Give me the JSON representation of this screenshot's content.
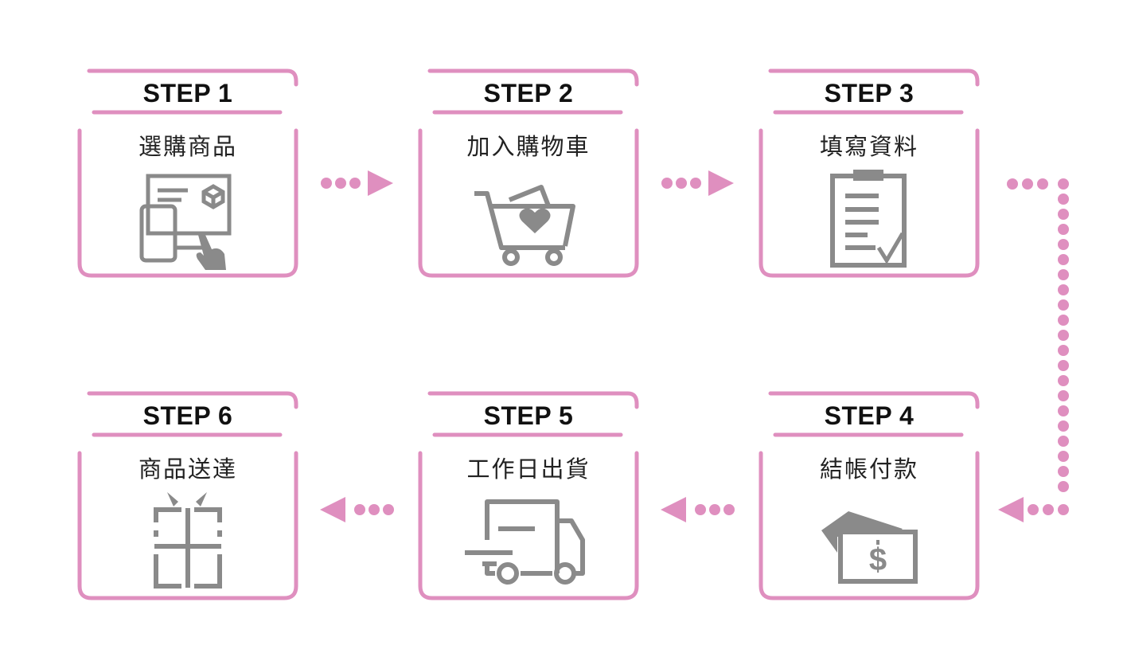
{
  "steps": [
    {
      "title": "STEP 1",
      "label": "選購商品",
      "icon": "shopping-screen-icon"
    },
    {
      "title": "STEP 2",
      "label": "加入購物車",
      "icon": "shopping-cart-heart-icon"
    },
    {
      "title": "STEP 3",
      "label": "填寫資料",
      "icon": "clipboard-check-icon"
    },
    {
      "title": "STEP 4",
      "label": "結帳付款",
      "icon": "payment-card-cash-icon"
    },
    {
      "title": "STEP 5",
      "label": "工作日出貨",
      "icon": "delivery-truck-icon"
    },
    {
      "title": "STEP 6",
      "label": "商品送達",
      "icon": "gift-box-icon"
    }
  ],
  "colors": {
    "accent": "#df8fbf",
    "icon": "#8a8a8a",
    "text": "#111111"
  }
}
